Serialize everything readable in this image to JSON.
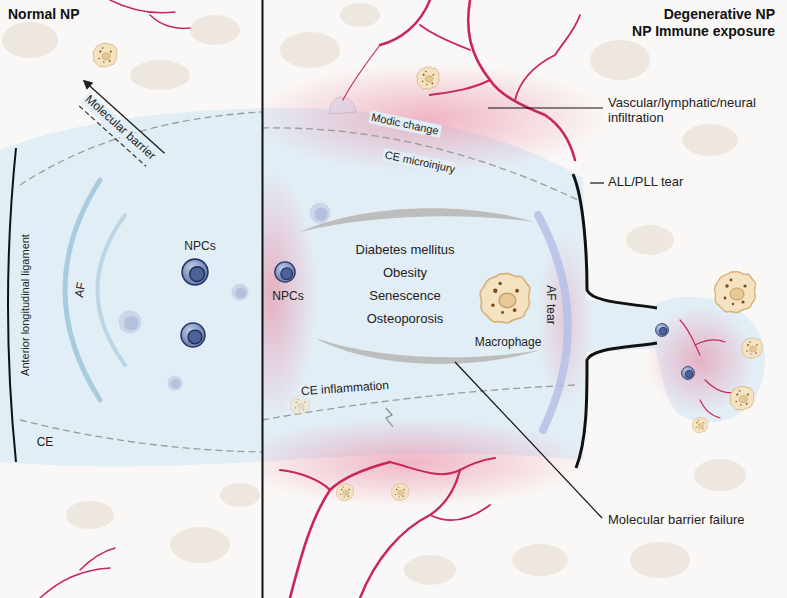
{
  "diagram": {
    "nodes": [
      {
        "text": [
          "Normal NP"
        ]
      },
      {
        "text": [
          "Degenerative NP",
          "NP Immune exposure"
        ]
      }
    ],
    "labels": [
      "Molecular barrier",
      "Anterior longitudinal ligament",
      "AF",
      "NPCs",
      "CE",
      "Vascular/lymphatic/neural infiltration",
      "Modic change",
      "CE microinjury",
      "ALL/PLL tear",
      "NPCs",
      "Diabetes mellitus",
      "Obesity",
      "Senescence",
      "Osteoporosis",
      "Macrophage",
      "AF tear",
      "CE inflammation",
      "Molecular barrier failure"
    ]
  }
}
